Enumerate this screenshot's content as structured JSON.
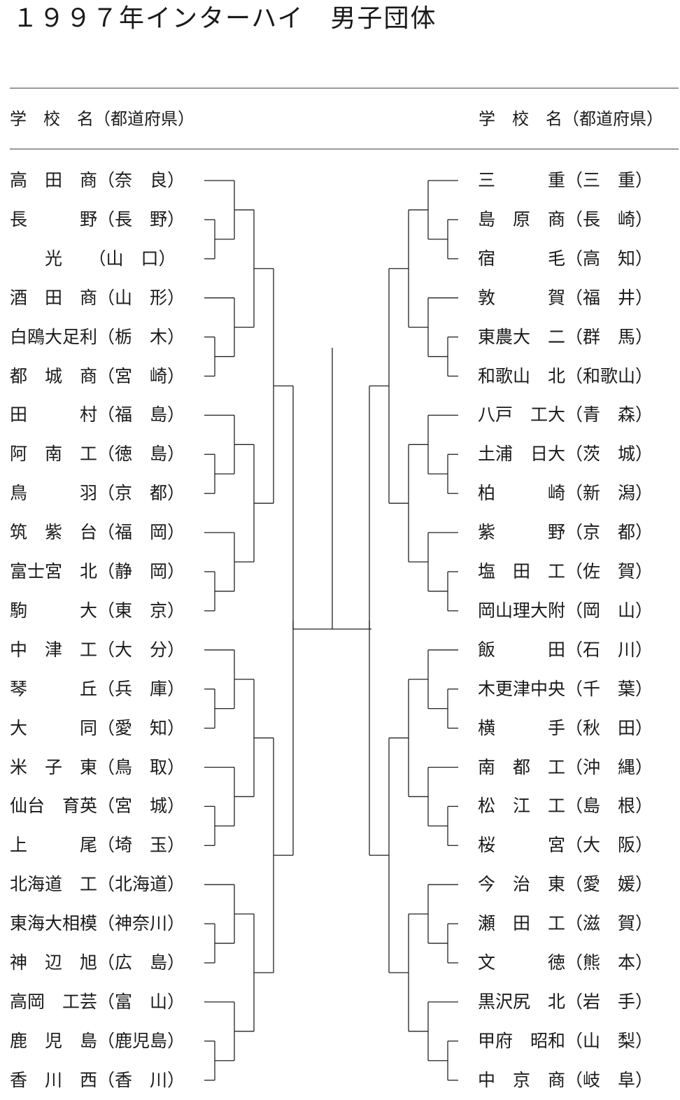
{
  "title": "１９９７年インターハイ　男子団体",
  "header": {
    "left": "学　校　名（都道府県）",
    "right": "学　校　名（都道府県）"
  },
  "left_entries": [
    "高　田　商（奈　良）",
    "長　　　野（長　野）",
    "　　光　　（山　口）",
    "酒　田　商（山　形）",
    "白鴎大足利（栃　木）",
    "都　城　商（宮　崎）",
    "田　　　村（福　島）",
    "阿　南　工（徳　島）",
    "鳥　　　羽（京　都）",
    "筑　紫　台（福　岡）",
    "富士宮　北（静　岡）",
    "駒　　　大（東　京）",
    "中　津　工（大　分）",
    "琴　　　丘（兵　庫）",
    "大　　　同（愛　知）",
    "米　子　東（鳥　取）",
    "仙台　育英（宮　城）",
    "上　　　尾（埼　玉）",
    "北海道　工（北海道）",
    "東海大相模（神奈川）",
    "神　辺　旭（広　島）",
    "高岡　工芸（富　山）",
    "鹿　児　島（鹿児島）",
    "香　川　西（香　川）"
  ],
  "right_entries": [
    "三　　　重（三　重）",
    "島　原　商（長　崎）",
    "宿　　　毛（高　知）",
    "敦　　　賀（福　井）",
    "東農大　二（群　馬）",
    "和歌山　北（和歌山）",
    "八戸　工大（青　森）",
    "土浦　日大（茨　城）",
    "柏　　　崎（新　潟）",
    "紫　　　野（京　都）",
    "塩　田　工（佐　賀）",
    "岡山理大附（岡　山）",
    "飯　　　田（石　川）",
    "木更津中央（千　葉）",
    "横　　　手（秋　田）",
    "南　都　工（沖　縄）",
    "松　江　工（島　根）",
    "桜　　　宮（大　阪）",
    "今　治　東（愛　媛）",
    "瀬　田　工（滋　賀）",
    "文　　　徳（熊　本）",
    "黒沢尻　北（岩　手）",
    "甲府　昭和（山　梨）",
    "中　京　商（岐　阜）"
  ]
}
